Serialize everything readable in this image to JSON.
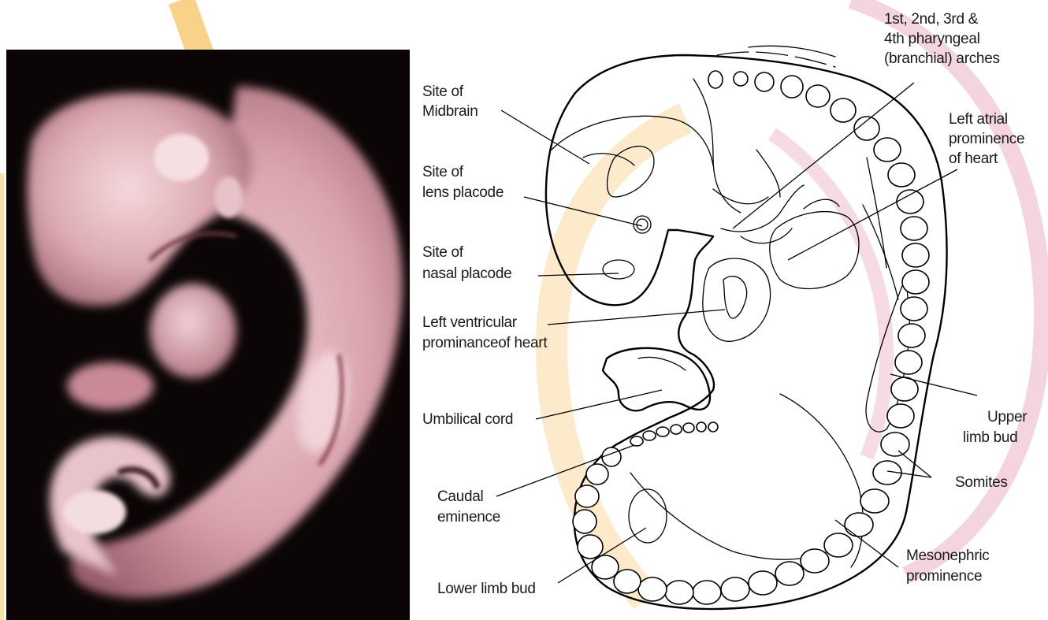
{
  "colors": {
    "background": "#ffffff",
    "watermark_orange": "#f7c36a",
    "watermark_pink": "#f0d0df",
    "photo_background": "#0b0506",
    "embryo_tissue": "#e6b9bf",
    "line": "#000000"
  },
  "photo": {
    "icon": "embryo-photograph"
  },
  "labels": {
    "arches": [
      "1st, 2nd, 3rd &",
      "4th pharyngeal",
      "(branchial) arches"
    ],
    "midbrain": [
      "Site of",
      "Midbrain"
    ],
    "atrial": [
      "Left atrial",
      "prominence",
      "of heart"
    ],
    "lens": [
      "Site of",
      "lens placode"
    ],
    "nasal": [
      "Site of",
      "nasal placode"
    ],
    "ventricular": [
      "Left ventricular",
      "prominanceof heart"
    ],
    "umbilical": [
      "Umbilical cord"
    ],
    "upper_limb": [
      "Upper",
      "limb bud"
    ],
    "somites": [
      "Somites"
    ],
    "caudal": [
      "Caudal",
      "eminence"
    ],
    "lower_limb": [
      "Lower limb bud"
    ],
    "mesonephric": [
      "Mesonephric",
      "prominence"
    ]
  }
}
